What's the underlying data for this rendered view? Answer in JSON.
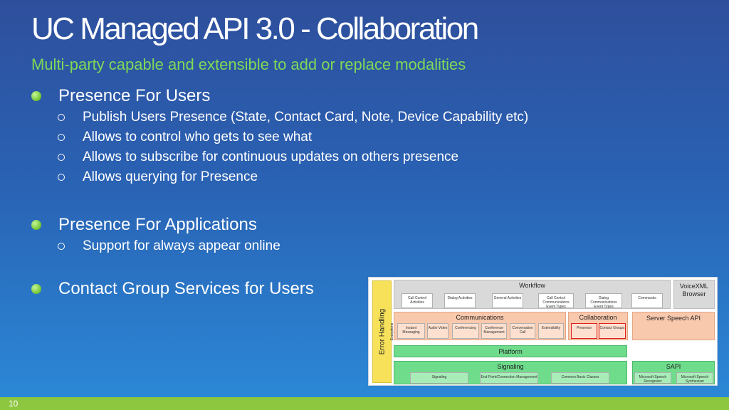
{
  "title": "UC Managed API 3.0 - Collaboration",
  "subtitle": "Multi-party capable and extensible to add or replace modalities",
  "bullets": [
    {
      "text": "Presence For Users",
      "children": [
        "Publish Users Presence (State, Contact Card, Note, Device Capability etc)",
        "Allows to control who gets to see what",
        "Allows to subscribe for continuous updates on others presence",
        "Allows querying for Presence"
      ]
    },
    {
      "text": "Presence For Applications",
      "children": [
        "Support for always appear online"
      ]
    },
    {
      "text": "Contact Group Services for Users",
      "children": []
    }
  ],
  "diagram": {
    "error_handling": "Error Handling",
    "exceptions": "Exceptions",
    "workflow": {
      "label": "Workflow",
      "items": [
        "Call Control Activities",
        "Dialog Activities",
        "General Activities",
        "Call Control Communications Event Types",
        "Dialog Communications Event Types",
        "Commands"
      ]
    },
    "voicexml": "VoiceXML Browser",
    "communications": {
      "label": "Communications",
      "items": [
        "Instant Messaging",
        "Audio Video",
        "Conferencing",
        "Conference Management",
        "Conversation Call",
        "Extensibility"
      ]
    },
    "collaboration": {
      "label": "Collaboration",
      "items": [
        "Presence",
        "Contact Groups"
      ]
    },
    "server_speech": "Server Speech API",
    "platform": "Platform",
    "signaling": {
      "label": "Signaling",
      "items": [
        "Signaling",
        "End Point/Connection Management",
        "Common Basic Classes"
      ]
    },
    "sapi": {
      "label": "SAPI",
      "items": [
        "Microsoft Speech Recognizer",
        "Microsoft Speech Synthesizer"
      ]
    }
  },
  "colors": {
    "accent_green": "#7ed957",
    "footer": "#8dc63f",
    "highlight": "#e02020"
  },
  "page_number": "10"
}
